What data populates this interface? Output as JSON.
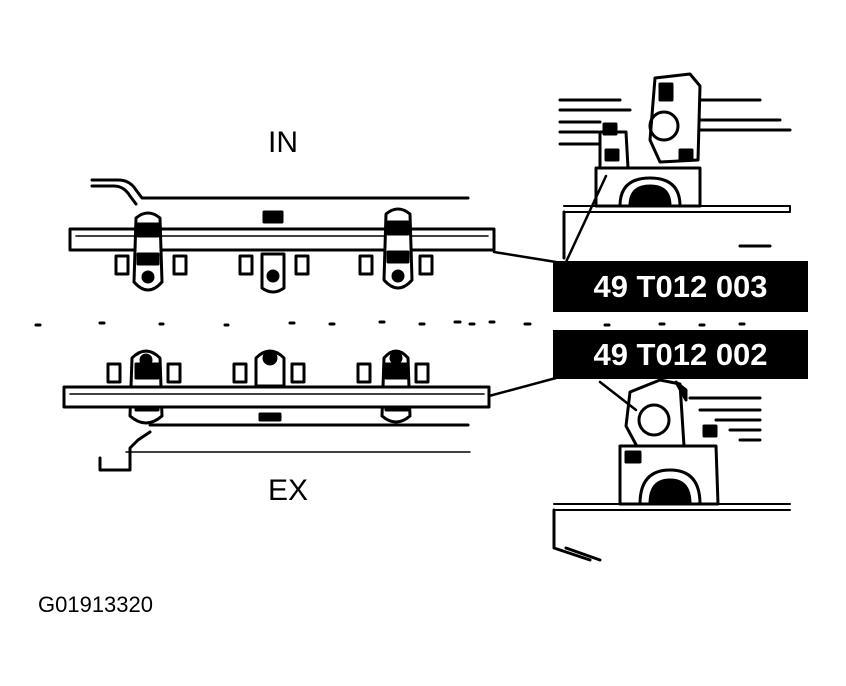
{
  "labels": {
    "intake": "IN",
    "exhaust": "EX",
    "figure_id": "G01913320"
  },
  "part_tags": {
    "intake_tool": "49 T012 003",
    "exhaust_tool": "49 T012 002"
  },
  "colors": {
    "ink": "#000000",
    "paper": "#ffffff"
  }
}
